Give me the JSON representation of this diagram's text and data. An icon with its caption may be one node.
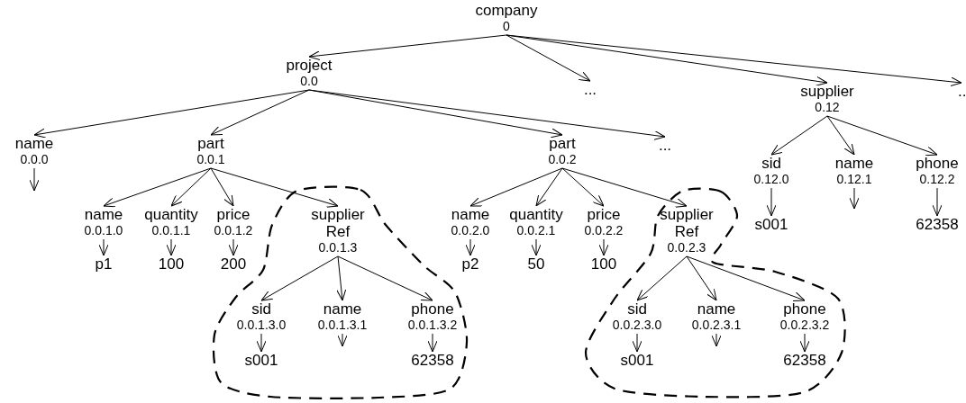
{
  "diagram": {
    "nodes": [
      {
        "text": [
          "company",
          "0"
        ]
      },
      {
        "text": [
          "project",
          "0.0"
        ]
      },
      {
        "text": [
          "..."
        ]
      },
      {
        "text": [
          "supplier",
          "0.12"
        ]
      },
      {
        "text": [
          ".."
        ]
      },
      {
        "text": [
          "name",
          "0.0.0"
        ]
      },
      {
        "text": [
          "part",
          "0.0.1"
        ]
      },
      {
        "text": [
          "part",
          "0.0.2"
        ]
      },
      {
        "text": [
          "..."
        ]
      },
      {
        "text": [
          "sid",
          "0.12.0"
        ]
      },
      {
        "text": [
          "name",
          "0.12.1"
        ]
      },
      {
        "text": [
          "phone",
          "0.12.2"
        ]
      },
      {
        "text": [
          "name",
          "0.0.1.0"
        ]
      },
      {
        "text": [
          "quantity",
          "0.0.1.1"
        ]
      },
      {
        "text": [
          "price",
          "0.0.1.2"
        ]
      },
      {
        "text": [
          "supplier Ref",
          "0.0.1.3"
        ]
      },
      {
        "text": [
          "p1"
        ]
      },
      {
        "text": [
          "100"
        ]
      },
      {
        "text": [
          "200"
        ]
      },
      {
        "text": [
          "sid",
          "0.0.1.3.0"
        ]
      },
      {
        "text": [
          "name",
          "0.0.1.3.1"
        ]
      },
      {
        "text": [
          "phone",
          "0.0.1.3.2"
        ]
      },
      {
        "text": [
          "s001"
        ]
      },
      {
        "text": [
          "62358"
        ]
      },
      {
        "text": [
          "name",
          "0.0.2.0"
        ]
      },
      {
        "text": [
          "quantity",
          "0.0.2.1"
        ]
      },
      {
        "text": [
          "price",
          "0.0.2.2"
        ]
      },
      {
        "text": [
          "supplier Ref",
          "0.0.2.3"
        ]
      },
      {
        "text": [
          "p2"
        ]
      },
      {
        "text": [
          "50"
        ]
      },
      {
        "text": [
          "100"
        ]
      },
      {
        "text": [
          "sid",
          "0.0.2.3.0"
        ]
      },
      {
        "text": [
          "name",
          "0.0.2.3.1"
        ]
      },
      {
        "text": [
          "phone",
          "0.0.2.3.2"
        ]
      },
      {
        "text": [
          "s001"
        ]
      },
      {
        "text": [
          "62358"
        ]
      },
      {
        "text": [
          "s001"
        ]
      },
      {
        "text": [
          "62358"
        ]
      }
    ],
    "edges": [
      {
        "from": 0,
        "to": 1,
        "arrow": "to"
      },
      {
        "from": 0,
        "to": 2,
        "arrow": "to"
      },
      {
        "from": 0,
        "to": 3,
        "arrow": "to"
      },
      {
        "from": 0,
        "to": 4,
        "arrow": "to"
      },
      {
        "from": 1,
        "to": 5,
        "arrow": "to"
      },
      {
        "from": 1,
        "to": 6,
        "arrow": "to"
      },
      {
        "from": 1,
        "to": 7,
        "arrow": "to"
      },
      {
        "from": 1,
        "to": 8,
        "arrow": "to"
      },
      {
        "from": 3,
        "to": 9,
        "arrow": "to"
      },
      {
        "from": 3,
        "to": 10,
        "arrow": "to"
      },
      {
        "from": 3,
        "to": 11,
        "arrow": "to"
      },
      {
        "from": 5,
        "to": null,
        "arrow": "to"
      },
      {
        "from": 6,
        "to": 12,
        "arrow": "to"
      },
      {
        "from": 6,
        "to": 13,
        "arrow": "to"
      },
      {
        "from": 6,
        "to": 14,
        "arrow": "to"
      },
      {
        "from": 6,
        "to": 15,
        "arrow": "to"
      },
      {
        "from": 12,
        "to": 16,
        "arrow": "to"
      },
      {
        "from": 13,
        "to": 17,
        "arrow": "to"
      },
      {
        "from": 14,
        "to": 18,
        "arrow": "to"
      },
      {
        "from": 15,
        "to": 19,
        "arrow": "to"
      },
      {
        "from": 15,
        "to": 20,
        "arrow": "to"
      },
      {
        "from": 15,
        "to": 21,
        "arrow": "to"
      },
      {
        "from": 19,
        "to": 22,
        "arrow": "to"
      },
      {
        "from": 20,
        "to": null,
        "arrow": "to"
      },
      {
        "from": 21,
        "to": 23,
        "arrow": "to"
      },
      {
        "from": 7,
        "to": 24,
        "arrow": "to"
      },
      {
        "from": 7,
        "to": 25,
        "arrow": "to"
      },
      {
        "from": 7,
        "to": 26,
        "arrow": "to"
      },
      {
        "from": 7,
        "to": 27,
        "arrow": "to"
      },
      {
        "from": 24,
        "to": 28,
        "arrow": "to"
      },
      {
        "from": 25,
        "to": 29,
        "arrow": "to"
      },
      {
        "from": 26,
        "to": 30,
        "arrow": "to"
      },
      {
        "from": 27,
        "to": 31,
        "arrow": "to"
      },
      {
        "from": 27,
        "to": 32,
        "arrow": "to"
      },
      {
        "from": 27,
        "to": 33,
        "arrow": "to"
      },
      {
        "from": 31,
        "to": 34,
        "arrow": "to"
      },
      {
        "from": 32,
        "to": null,
        "arrow": "to"
      },
      {
        "from": 33,
        "to": 35,
        "arrow": "to"
      },
      {
        "from": 9,
        "to": 36,
        "arrow": "to"
      },
      {
        "from": 10,
        "to": null,
        "arrow": "to"
      },
      {
        "from": 11,
        "to": 37,
        "arrow": "to"
      }
    ]
  }
}
